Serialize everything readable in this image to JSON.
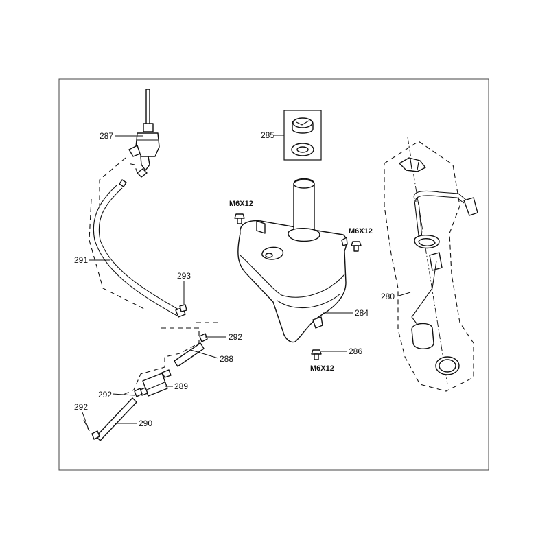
{
  "callouts": {
    "p280": "280",
    "p284": "284",
    "p285": "285",
    "p286": "286",
    "p287": "287",
    "p288": "288",
    "p289": "289",
    "p290": "290",
    "p291": "291",
    "p292a": "292",
    "p292b": "292",
    "p292c": "292",
    "p293": "293",
    "boltTop": "M6X12",
    "boltRight": "M6X12",
    "boltBottom": "M6X12"
  }
}
